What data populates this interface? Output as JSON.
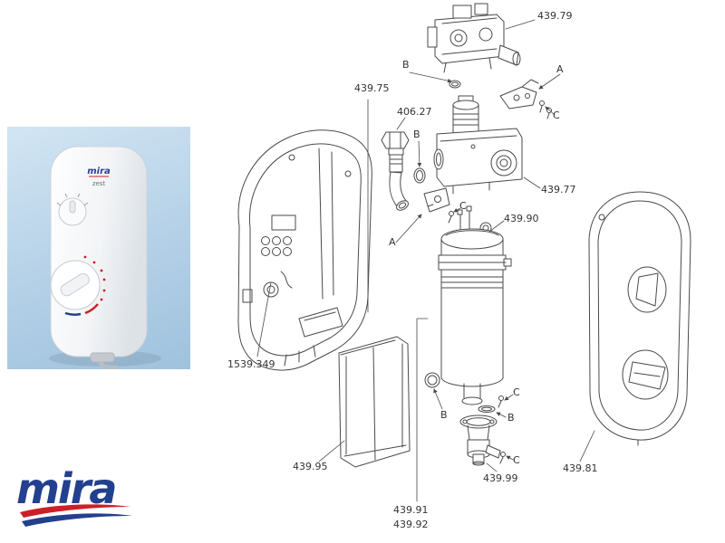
{
  "photo": {
    "unit_brand": "mira",
    "unit_model": "zest"
  },
  "brand_logo": {
    "text": "mira",
    "blue": "#23408e",
    "red": "#cc2027"
  },
  "diagram": {
    "line_color": "#4a4a4a",
    "labels": [
      {
        "text": "439.79"
      },
      {
        "text": "B"
      },
      {
        "text": "A"
      },
      {
        "text": "439.75"
      },
      {
        "text": "406.27"
      },
      {
        "text": "C"
      },
      {
        "text": "B"
      },
      {
        "text": "439.77"
      },
      {
        "text": "C"
      },
      {
        "text": "439.90"
      },
      {
        "text": "A"
      },
      {
        "text": "1539.349"
      },
      {
        "text": "C"
      },
      {
        "text": "B"
      },
      {
        "text": "B"
      },
      {
        "text": "439.95"
      },
      {
        "text": "C"
      },
      {
        "text": "439.99"
      },
      {
        "text": "439.81"
      },
      {
        "text": "439.91"
      },
      {
        "text": "439.92"
      }
    ]
  }
}
